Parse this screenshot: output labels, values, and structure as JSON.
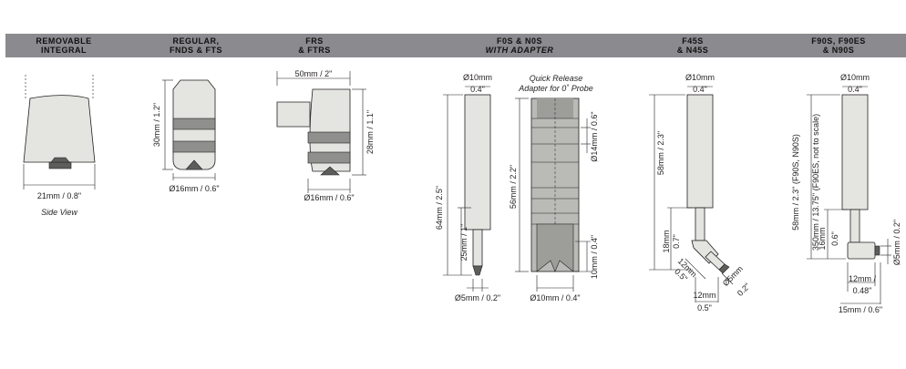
{
  "header": {
    "col1": [
      "REMOVABLE",
      "INTEGRAL"
    ],
    "col2": [
      "REGULAR,",
      "FNDS & FTS"
    ],
    "col3": [
      "FRS",
      "& FTRS"
    ],
    "col4": [
      "F0S & N0S",
      "WITH ADAPTER"
    ],
    "col5": [
      "F45S",
      "& N45S"
    ],
    "col6": [
      "F90S, F90ES",
      "& N90S"
    ]
  },
  "labels": {
    "removable_width": "21mm / 0.8\"",
    "removable_view": "Side View",
    "regular_height": "30mm / 1.2\"",
    "regular_dia": "Ø16mm / 0.6\"",
    "frs_width": "50mm / 2\"",
    "frs_height": "28mm / 1.1\"",
    "frs_dia": "Ø16mm / 0.6\"",
    "f0s_top_dia_1": "Ø10mm",
    "f0s_top_dia_2": "0.4\"",
    "f0s_length": "64mm / 2.5\"",
    "f0s_tip_length": "25mm / 1\"",
    "f0s_tip_dia": "Ø5mm / 0.2\"",
    "adapter_title_1": "Quick Release",
    "adapter_title_2": "Adapter for 0˚ Probe",
    "adapter_length": "56mm / 2.2\"",
    "adapter_dia": "Ø14mm / 0.6\"",
    "adapter_bottom": "10mm / 0.4\"",
    "adapter_base_dia": "Ø10mm / 0.4\"",
    "f45s_top_dia_1": "Ø10mm",
    "f45s_top_dia_2": "0.4\"",
    "f45s_length": "58mm / 2.3\"",
    "f45s_neck_1": "18mm",
    "f45s_neck_2": "0.7\"",
    "f45s_tip_1": "12mm",
    "f45s_tip_2": "0.5\"",
    "f45s_tip_dia_1": "Ø5mm",
    "f45s_tip_dia_2": "0.2\"",
    "f45s_width_1": "12mm",
    "f45s_width_2": "0.5\"",
    "f90s_top_dia_1": "Ø10mm",
    "f90s_top_dia_2": "0.4\"",
    "f90s_length_1": "58mm / 2.3\" (F90S, N90S)",
    "f90s_length_2": "350mm / 13.75\" (F90ES, not to scale)",
    "f90s_neck_1": "16mm",
    "f90s_neck_2": "0.6\"",
    "f90s_tip_dia": "Ø5mm / 0.2\"",
    "f90s_width_a_1": "12mm /",
    "f90s_width_a_2": "0.48\"",
    "f90s_width_b": "15mm / 0.6\""
  },
  "colors": {
    "header_bar": "#8a8a8f",
    "probe_body": "#e4e5e1",
    "knurl": "#8f908d",
    "dark_part": "#5d5e5c"
  }
}
